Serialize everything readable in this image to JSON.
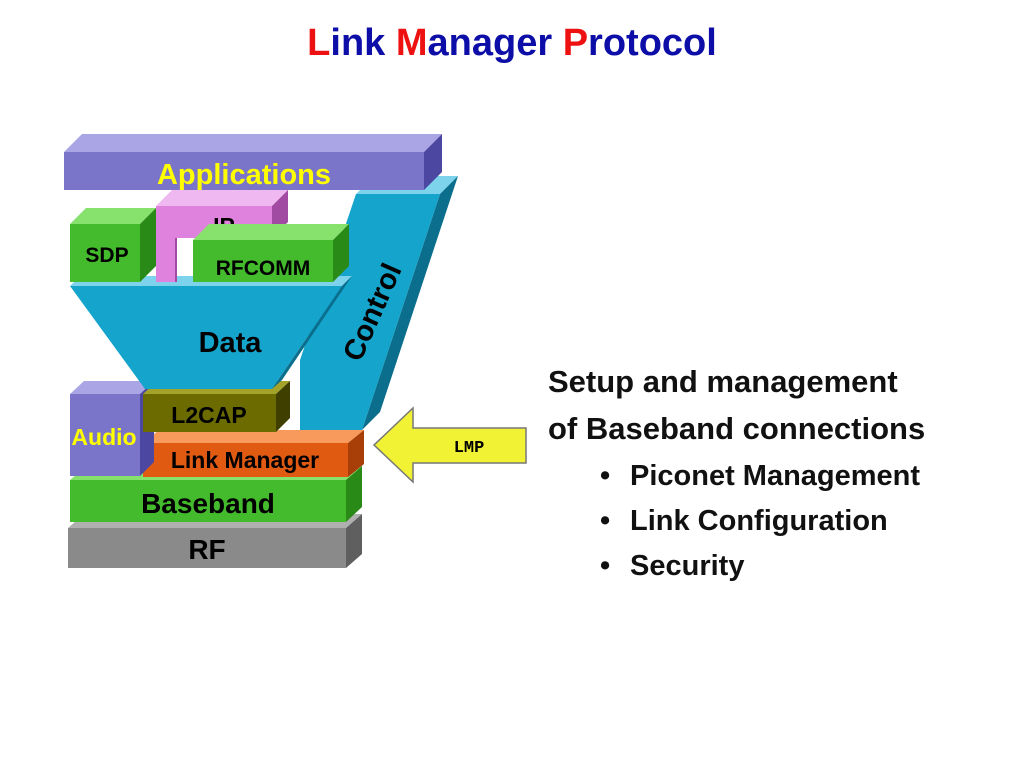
{
  "title": {
    "word1_first": "L",
    "word1_rest": "ink ",
    "word2_first": "M",
    "word2_rest": "anager ",
    "word3_first": "P",
    "word3_rest": "rotocol",
    "first_letter_color": "#ee1111",
    "text_color": "#0d0da8"
  },
  "diagram": {
    "blocks": {
      "applications": "Applications",
      "ip": "IP",
      "sdp": "SDP",
      "rfcomm": "RFCOMM",
      "data": "Data",
      "control": "Control",
      "audio": "Audio",
      "l2cap": "L2CAP",
      "link_manager": "Link Manager",
      "baseband": "Baseband",
      "rf": "RF"
    },
    "arrow_label": "LMP",
    "colors": {
      "applications": "#7b75c9",
      "ip": "#de82de",
      "sdp": "#44bb2c",
      "rfcomm": "#44bb2c",
      "data": "#14a4cc",
      "control": "#14a4cc",
      "audio": "#7b75c9",
      "l2cap": "#6b6b00",
      "link_manager": "#e05a12",
      "baseband": "#44bb2c",
      "rf": "#8a8a8a",
      "arrow": "#f2f235",
      "label_yellow": "#ffff00"
    }
  },
  "description": {
    "heading_line1": "Setup and management",
    "heading_line2": "of Baseband connections",
    "bullet_glyph": "•",
    "bullets": [
      "Piconet Management",
      "Link Configuration",
      "Security"
    ]
  }
}
